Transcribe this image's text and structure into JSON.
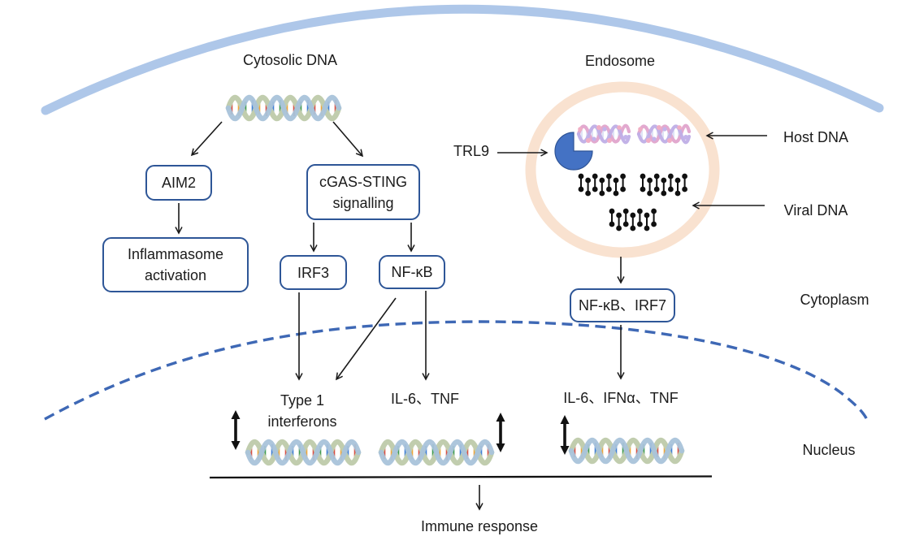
{
  "labels": {
    "cytosolic_dna": "Cytosolic DNA",
    "endosome": "Endosome",
    "trl9": "TRL9",
    "host_dna": "Host DNA",
    "viral_dna": "Viral DNA",
    "cytoplasm": "Cytoplasm",
    "nucleus": "Nucleus",
    "type1_line1": "Type 1",
    "type1_line2": "interferons",
    "il6_tnf": "IL-6、TNF",
    "il6_ifna_tnf": "IL-6、IFNα、TNF",
    "immune_response": "Immune response"
  },
  "boxes": {
    "aim2": "AIM2",
    "cgas_sting_line1": "cGAS-STING",
    "cgas_sting_line2": "signalling",
    "inflammasome_line1": "Inflammasome",
    "inflammasome_line2": "activation",
    "irf3": "IRF3",
    "nf_kb": "NF-κB",
    "nf_kb_irf7": "NF-κB、IRF7"
  },
  "icons": {
    "cell_membrane": "light-blue membrane arc",
    "endosome_vesicle": "peach ring vesicle",
    "tlr9_receptor": "blue pac-man receptor",
    "dna_helix": "green-blue double helix",
    "host_dna_helix": "pink-purple double helix",
    "viral_dna_ladder": "black dumbbell base pairs",
    "nucleus_boundary": "blue dashed arc",
    "transcription_arrow": "black double-headed arrow"
  },
  "colors": {
    "membrane": "#aec7e9",
    "endosome_ring": "#f9e2d0",
    "tlr9_receptor": "#4472c4",
    "box_border": "#2e5697",
    "nucleus_boundary": "#3e68b5",
    "arrow": "#1a1a1a"
  }
}
